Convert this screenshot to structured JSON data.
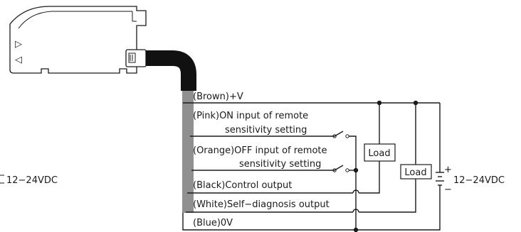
{
  "wires": {
    "brown": "(Brown)+V",
    "pink_line1": "(Pink)ON input of remote",
    "pink_line2": "sensitivity setting",
    "orange_line1": "(Orange)OFF input of remote",
    "orange_line2": "sensitivity setting",
    "black": "(Black)Control output",
    "white": "(White)Self−diagnosis output",
    "blue": "(Blue)0V"
  },
  "loads": {
    "load_a": "Load",
    "load_b": "Load"
  },
  "supply": {
    "voltage_right": "12−24VDC",
    "voltage_left": "12−24VDC",
    "plus": "+",
    "minus": "−"
  },
  "sensor_icons": {
    "top": "▷",
    "bottom": "◁"
  }
}
